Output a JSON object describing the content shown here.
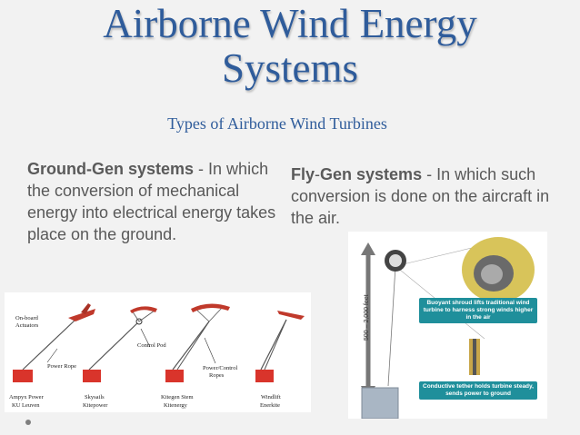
{
  "slide": {
    "title_line1": "Airborne Wind Energy",
    "title_line2": "Systems",
    "subtitle": "Types of Airborne Wind Turbines"
  },
  "ground_gen": {
    "heading": "Ground-Gen systems",
    "text": " - In which the conversion of mechanical energy into electrical energy takes place on the ground."
  },
  "fly_gen": {
    "heading_part1": "Fly",
    "heading_dash": "-",
    "heading_part2": "Gen systems",
    "text": " - In which such conversion is done on the aircraft in the air."
  },
  "ground_figure": {
    "labels": {
      "onboard": "On-board",
      "actuators": "Actuators",
      "power_rope": "Power Rope",
      "control_pod": "Control Pod",
      "power_control": "Power/Control",
      "ropes": "Ropes"
    },
    "devices": [
      {
        "name": "Ampyx Power",
        "org": "KU Leuven"
      },
      {
        "name": "Skysails",
        "org": "Kitepower"
      },
      {
        "name": "Kitegen Stem",
        "org": "Kitenergy"
      },
      {
        "name": "Windlift",
        "org": "Enerkite"
      }
    ]
  },
  "fly_figure": {
    "altitude": "500 – 2,000 feet",
    "shroud_caption": "Buoyant shroud lifts traditional wind turbine to harness strong winds higher in the air",
    "tether_caption": "Conductive tether holds turbine steady, sends power to ground"
  },
  "colors": {
    "title": "#2f5c9b",
    "body_text": "#595959",
    "ground_base": "#d9342b",
    "tag": "#1f8f9b",
    "shroud": "#d8c45a"
  }
}
